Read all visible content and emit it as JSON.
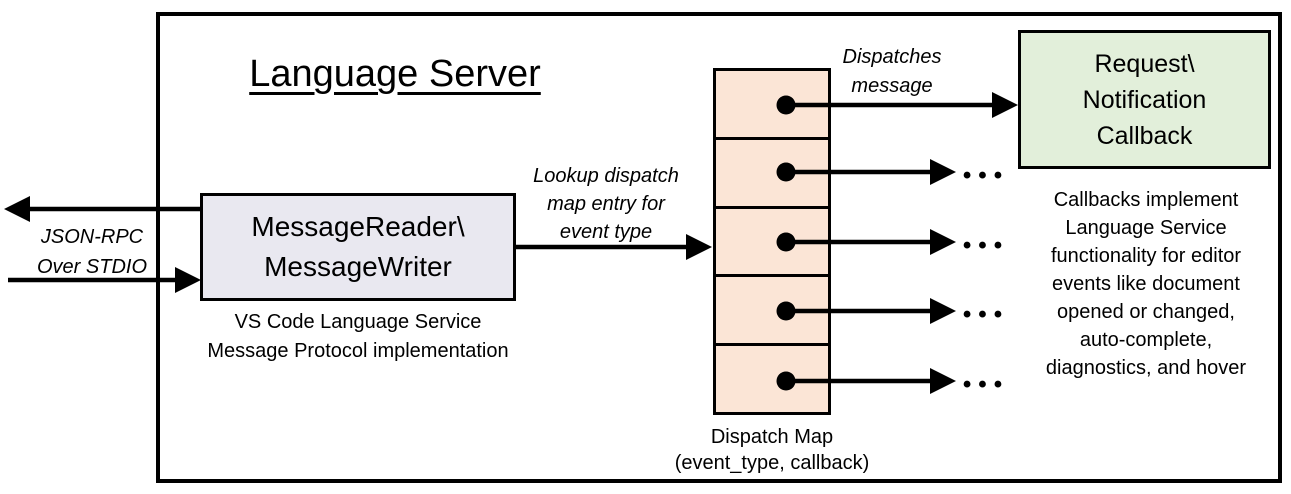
{
  "diagram": {
    "title": "Language Server"
  },
  "stdio": {
    "line1": "JSON-RPC",
    "line2": "Over STDIO"
  },
  "reader": {
    "line1": "MessageReader\\",
    "line2": "MessageWriter",
    "caption1": "VS Code Language Service",
    "caption2": "Message Protocol implementation"
  },
  "lookup": {
    "line1": "Lookup dispatch",
    "line2": "map entry for",
    "line3": "event type"
  },
  "dispatch": {
    "rows": 5,
    "caption1": "Dispatch Map",
    "caption2": "(event_type, callback)"
  },
  "dispatches": {
    "line1": "Dispatches",
    "line2": "message"
  },
  "callback": {
    "line1": "Request\\",
    "line2": "Notification",
    "line3": "Callback"
  },
  "note": {
    "lines": [
      "Callbacks implement",
      "Language Service",
      "functionality for editor",
      "events like document",
      "opened or changed,",
      "auto-complete,",
      "diagnostics, and hover"
    ]
  },
  "ellipsis": "•••",
  "colors": {
    "reader_fill": "#e9e8f0",
    "map_fill": "#fbe5d6",
    "callback_fill": "#e2efda",
    "stroke": "#000000"
  }
}
